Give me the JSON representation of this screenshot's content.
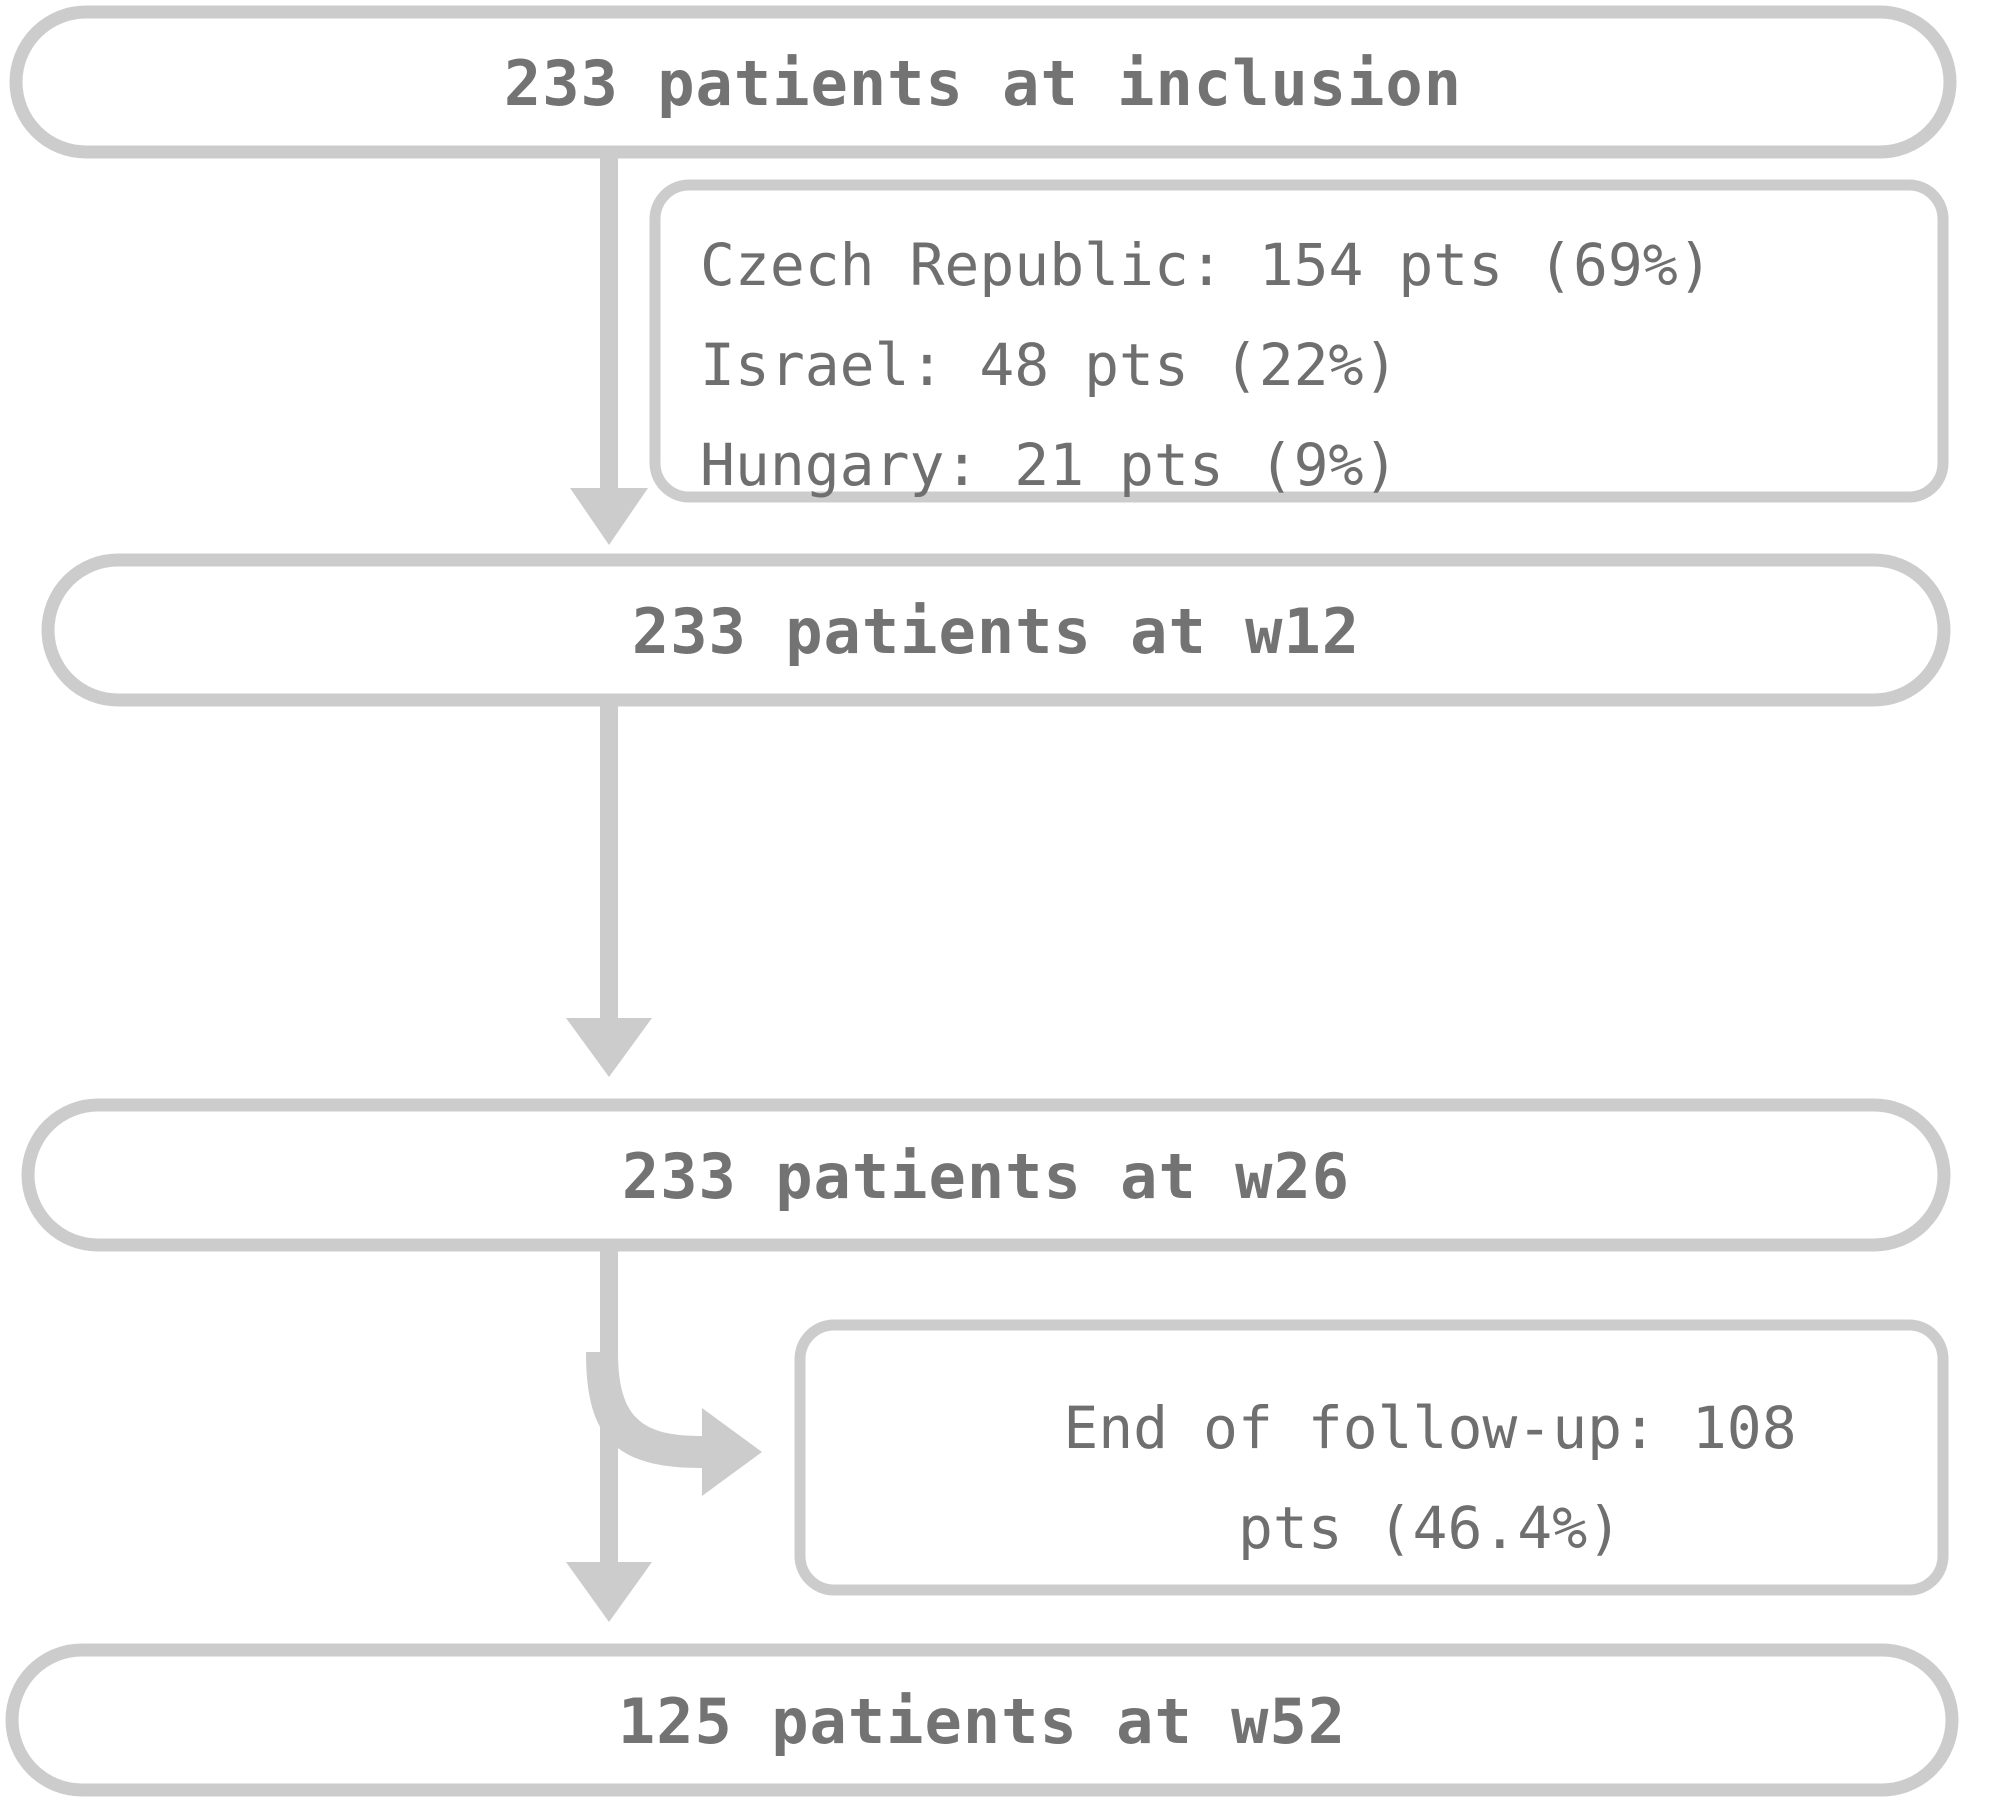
{
  "diagram": {
    "title": "Patient flow diagram",
    "colors": {
      "box_stroke": "#cccccc",
      "box_fill": "#ffffff",
      "text": "#737373",
      "note_text": "#6f6f6f",
      "connector": "#cccccc"
    },
    "stages": [
      {
        "id": "inclusion",
        "label": "233 patients at inclusion",
        "count": 233,
        "timepoint": "inclusion"
      },
      {
        "id": "w12",
        "label": "233 patients at w12",
        "count": 233,
        "timepoint": "w12"
      },
      {
        "id": "w26",
        "label": "233 patients at w26",
        "count": 233,
        "timepoint": "w26"
      },
      {
        "id": "w52",
        "label": "125 patients at w52",
        "count": 125,
        "timepoint": "w52"
      }
    ],
    "notes": [
      {
        "id": "country-breakdown",
        "lines": [
          "Czech Republic: 154 pts (69%)",
          "Israel: 48 pts (22%)",
          "Hungary: 21 pts (9%)"
        ],
        "align": "left"
      },
      {
        "id": "end-of-followup",
        "lines": [
          "End of follow-up: 108",
          "pts (46.4%)"
        ],
        "align": "center"
      }
    ],
    "connectors": [
      {
        "id": "inclusion-to-w12",
        "from": "inclusion",
        "to": "w12",
        "kind": "down-arrow"
      },
      {
        "id": "w12-to-w26",
        "from": "w12",
        "to": "w26",
        "kind": "down-arrow"
      },
      {
        "id": "w26-to-w52",
        "from": "w26",
        "to": "w52",
        "kind": "down-arrow"
      },
      {
        "id": "w26-to-end-of-followup",
        "from": "w26",
        "to": "end-of-followup",
        "kind": "branch-right-arrow"
      }
    ]
  }
}
